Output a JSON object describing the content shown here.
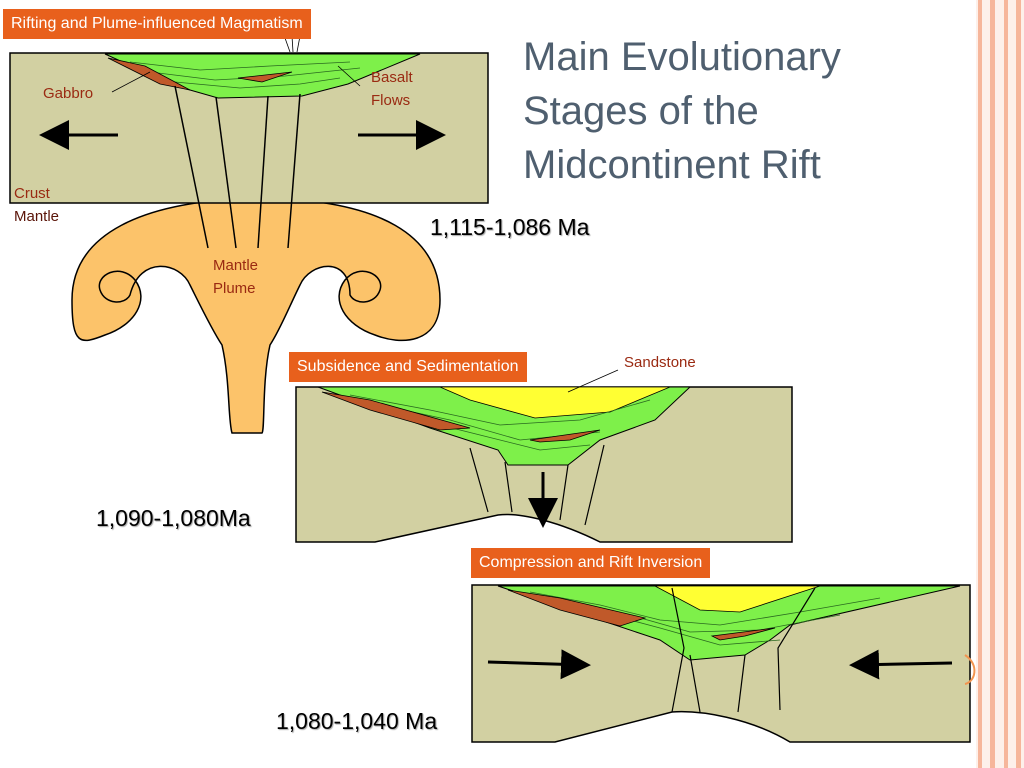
{
  "slide": {
    "title_lines": [
      "Main Evolutionary",
      "Stages of the",
      "Midcontinent Rift"
    ]
  },
  "stages": [
    {
      "heading": "Rifting and Plume-influenced Magmatism",
      "age": "1,115-1,086 Ma"
    },
    {
      "heading": "Subsidence and Sedimentation",
      "age": "1,090-1,080Ma"
    },
    {
      "heading": "Compression and Rift Inversion",
      "age": "1,080-1,040 Ma"
    }
  ],
  "labels": {
    "gabbro": "Gabbro",
    "basalt": [
      "Basalt",
      "Flows"
    ],
    "crust": "Crust",
    "mantle": "Mantle",
    "plume": [
      "Mantle",
      "Plume"
    ],
    "sandstone": "Sandstone"
  },
  "colors": {
    "crust": "#d2d0a2",
    "plume": "#fcc36a",
    "basalt": "#7ef04a",
    "gabbro": "#c0592a",
    "sandstone": "#ffff33",
    "label_box": "#e8601c",
    "label_text": "#9a2a12",
    "title": "#4f5f6f",
    "stripe": "#f6b69b"
  },
  "icons": {
    "extension_arrows": "arrow-left-right-icon",
    "subsidence_arrow": "arrow-down-icon",
    "compression_arrows": "arrow-inward-icon"
  }
}
